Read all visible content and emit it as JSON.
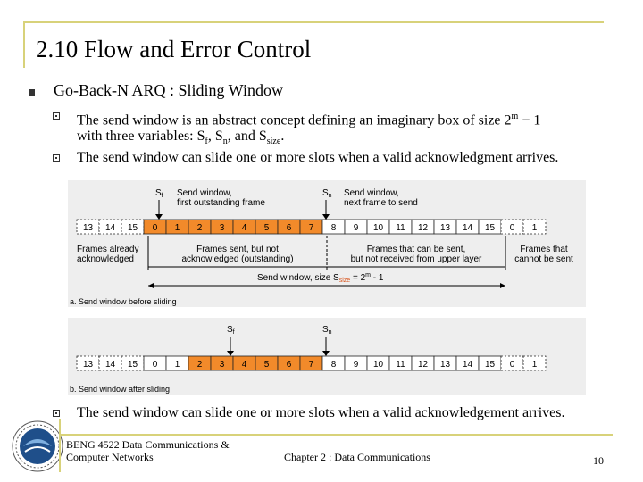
{
  "slide": {
    "title": "2.10 Flow and Error Control",
    "bullet": "Go-Back-N ARQ : Sliding Window",
    "sub1_line1": "The send window is an abstract concept defining an imaginary box of size 2",
    "sub1_sup": "m",
    "sub1_tail": " − 1",
    "sub1_line2_pre": "with three variables: S",
    "sub1_sf": "f",
    "sub1_sep1": ", S",
    "sub1_sn": "n",
    "sub1_sep2": ", and S",
    "sub1_ssize": "size",
    "sub1_end": ".",
    "sub2": "The send window can slide one or more slots when a valid acknowledgment arrives.",
    "sub3": "The send window can slide one or more slots when a valid acknowledgement arrives."
  },
  "diagram_a": {
    "sf_label": "S",
    "sf_sub": "f",
    "sn_label": "S",
    "sn_sub": "n",
    "sw1_line1": "Send window,",
    "sw1_line2": "first outstanding frame",
    "sw2_line1": "Send window,",
    "sw2_line2": "next frame to send",
    "cells": [
      "13",
      "14",
      "15",
      "0",
      "1",
      "2",
      "3",
      "4",
      "5",
      "6",
      "7",
      "8",
      "9",
      "10",
      "11",
      "12",
      "13",
      "14",
      "15",
      "0",
      "1"
    ],
    "region1_line1": "Frames already",
    "region1_line2": "acknowledged",
    "region2_line1": "Frames sent, but not",
    "region2_line2": "acknowledged (outstanding)",
    "region3_line1": "Frames that can be sent,",
    "region3_line2": "but not received from upper layer",
    "region4_line1": "Frames that",
    "region4_line2": "cannot be sent",
    "size_pre": "Send window, size S",
    "size_sub": "size",
    "size_eq": " = 2",
    "size_sup": "m",
    "size_tail": " - 1",
    "caption": "a. Send window before sliding"
  },
  "diagram_b": {
    "sf_label": "S",
    "sf_sub": "f",
    "sn_label": "S",
    "sn_sub": "n",
    "cells": [
      "13",
      "14",
      "15",
      "0",
      "1",
      "2",
      "3",
      "4",
      "5",
      "6",
      "7",
      "8",
      "9",
      "10",
      "11",
      "12",
      "13",
      "14",
      "15",
      "0",
      "1"
    ],
    "caption": "b. Send window after sliding"
  },
  "footer": {
    "course_line1": "BENG 4522 Data Communications &",
    "course_line2": "Computer Networks",
    "chapter": "Chapter 2 : Data Communications",
    "page": "10"
  },
  "colors": {
    "accent_line": "#d8d27a",
    "window_orange": "#f28a2a",
    "diagram_bg": "#eeeeee"
  },
  "icons": {
    "bullet": "square-bullet-icon",
    "sub_bullet": "hollow-square-bullet-icon",
    "logo": "university-logo-icon"
  }
}
